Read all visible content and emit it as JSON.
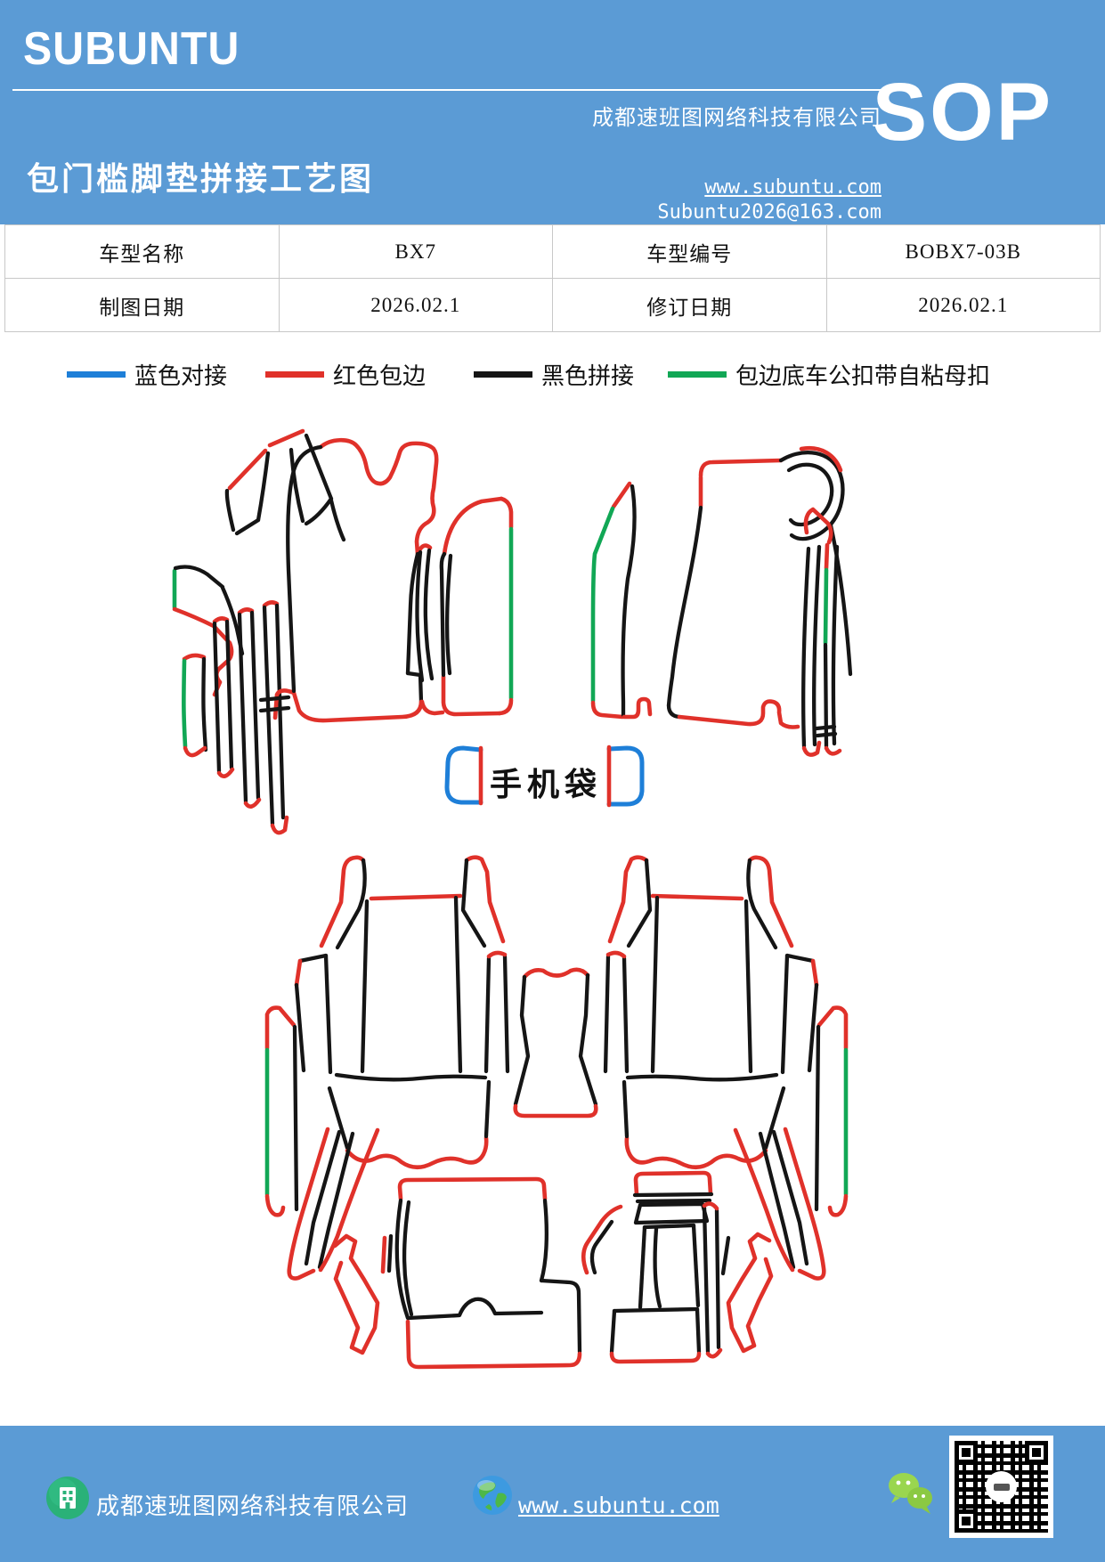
{
  "header": {
    "logo": "SUBUNTU",
    "title": "包门槛脚垫拼接工艺图",
    "company": "成都速班图网络科技有限公司",
    "badge": "SOP",
    "website": "www.subuntu.com",
    "email": "Subuntu2026@163.com",
    "background_color": "#5b9bd5"
  },
  "info_table": {
    "r1c1": "车型名称",
    "r1c2": "BX7",
    "r1c3": "车型编号",
    "r1c4": "BOBX7-03B",
    "r2c1": "制图日期",
    "r2c2": "2026.02.1",
    "r2c3": "修订日期",
    "r2c4": "2026.02.1"
  },
  "legend": {
    "items": [
      {
        "label": "蓝色对接",
        "color": "#1e7fd8"
      },
      {
        "label": "红色包边",
        "color": "#e0312a"
      },
      {
        "label": "黑色拼接",
        "color": "#151515"
      },
      {
        "label": "包边底车公扣带自粘母扣",
        "color": "#11a755"
      }
    ]
  },
  "diagram": {
    "phone_bag_label": "手机袋",
    "line_colors": {
      "blue_butt_joint": "#1e7fd8",
      "red_edge_binding": "#e0312a",
      "black_splicing": "#151515",
      "green_snap_strip": "#11a755"
    }
  },
  "footer": {
    "company": "成都速班图网络科技有限公司",
    "website": "www.subuntu.com",
    "background_color": "#5b9bd5"
  }
}
